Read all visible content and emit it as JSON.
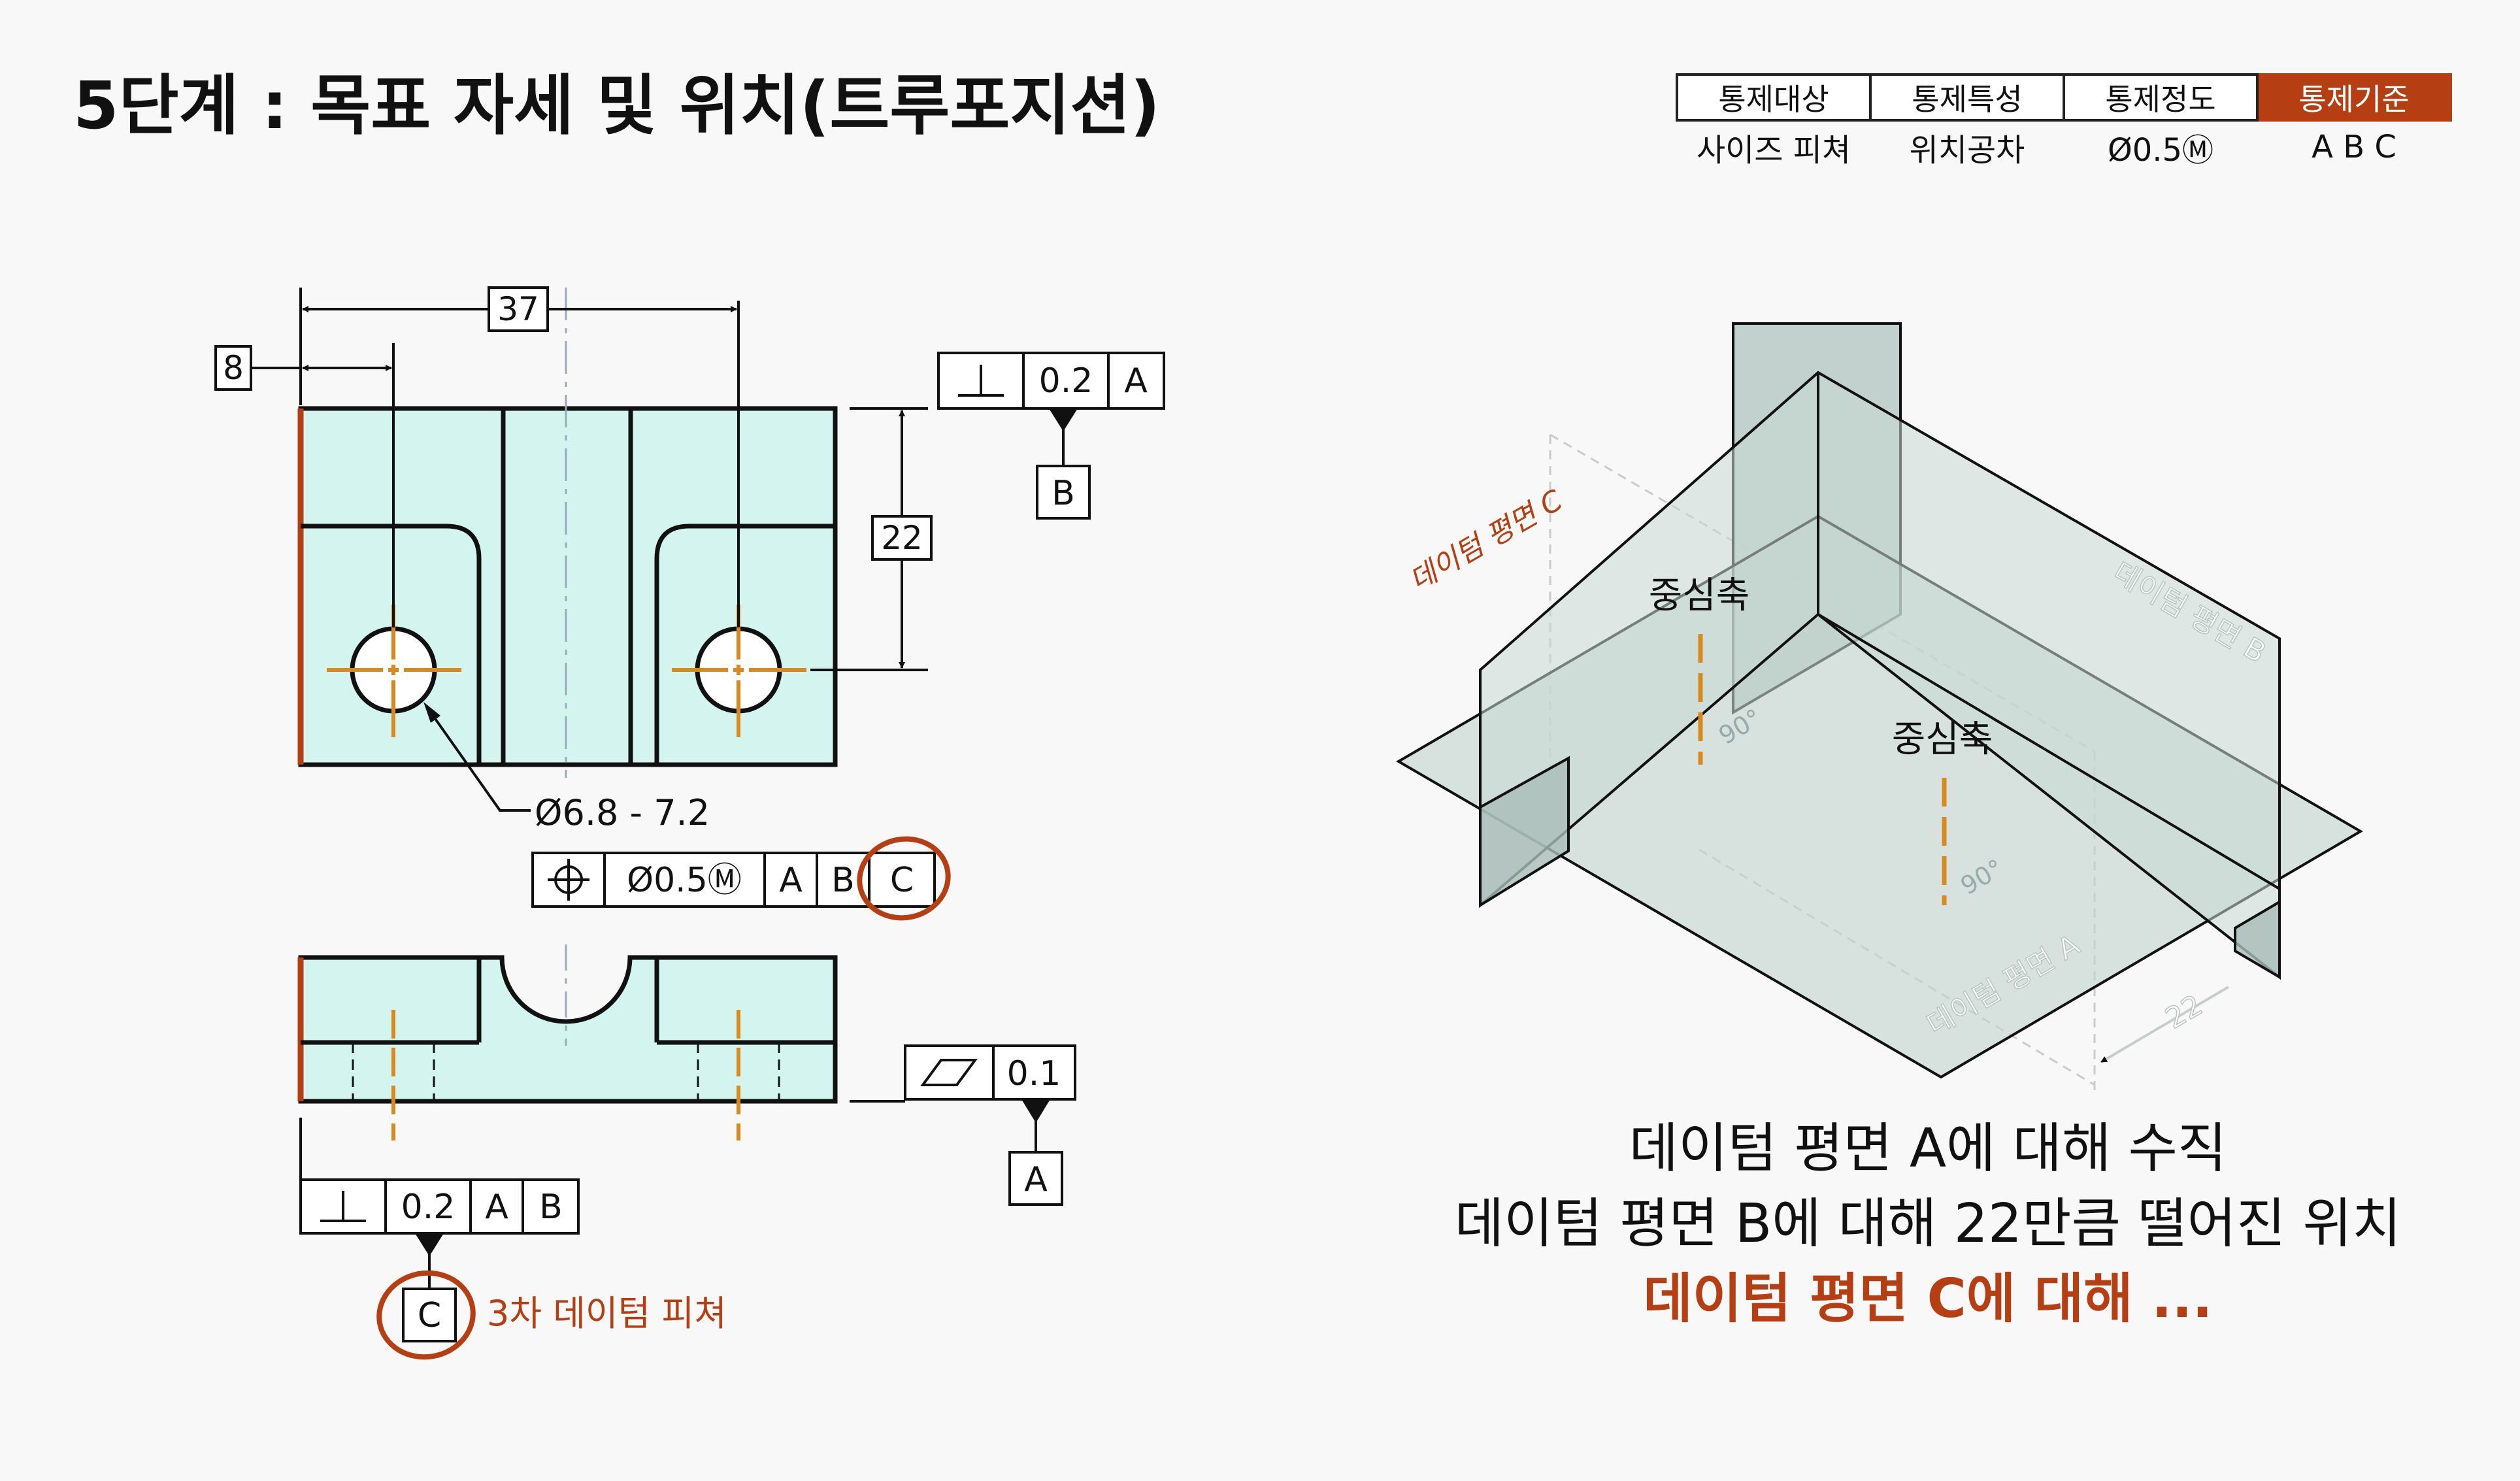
{
  "title": "5단계 : 목표 자세 및 위치(트루포지션)",
  "control_table": {
    "headers": [
      "통제대상",
      "통제특성",
      "통제정도",
      "통제기준"
    ],
    "values": [
      "사이즈 피쳐",
      "위치공차",
      "Ø0.5Ⓜ",
      "A B C"
    ]
  },
  "drawing": {
    "dim_37": "37",
    "dim_8": "8",
    "dim_22": "22",
    "hole_size": "Ø6.8 - 7.2",
    "fcf_top": {
      "tolerance": "0.2",
      "datum": "A"
    },
    "datum_b": "B",
    "fcf_position": {
      "tolerance": "Ø0.5Ⓜ",
      "datums": [
        "A",
        "B",
        "C"
      ]
    },
    "fcf_flatness": {
      "tolerance": "0.1"
    },
    "datum_a": "A",
    "fcf_bottom": {
      "tolerance": "0.2",
      "datums": [
        "A",
        "B"
      ]
    },
    "datum_c": "C",
    "datum_c_note": "3차 데이텀 피쳐"
  },
  "iso": {
    "plane_c_label": "데이텀 평면 C",
    "plane_b_label": "데이텀 평면 B",
    "plane_a_label": "데이텀 평면 A",
    "axis_label_1": "중심축",
    "axis_label_2": "중심축",
    "angle_1": "90°",
    "angle_2": "90°",
    "dim_22": "22"
  },
  "caption": {
    "line1": "데이텀 평면 A에 대해 수직",
    "line2": "데이텀 평면 B에 대해 22만큼 떨어진 위치",
    "line3": "데이텀 평면 C에 대해 ..."
  },
  "colors": {
    "accent": "#b53f12",
    "part_fill": "#d4f5ef",
    "centerline": "#d98a1e",
    "plane_fill": "#c2d4cf"
  }
}
